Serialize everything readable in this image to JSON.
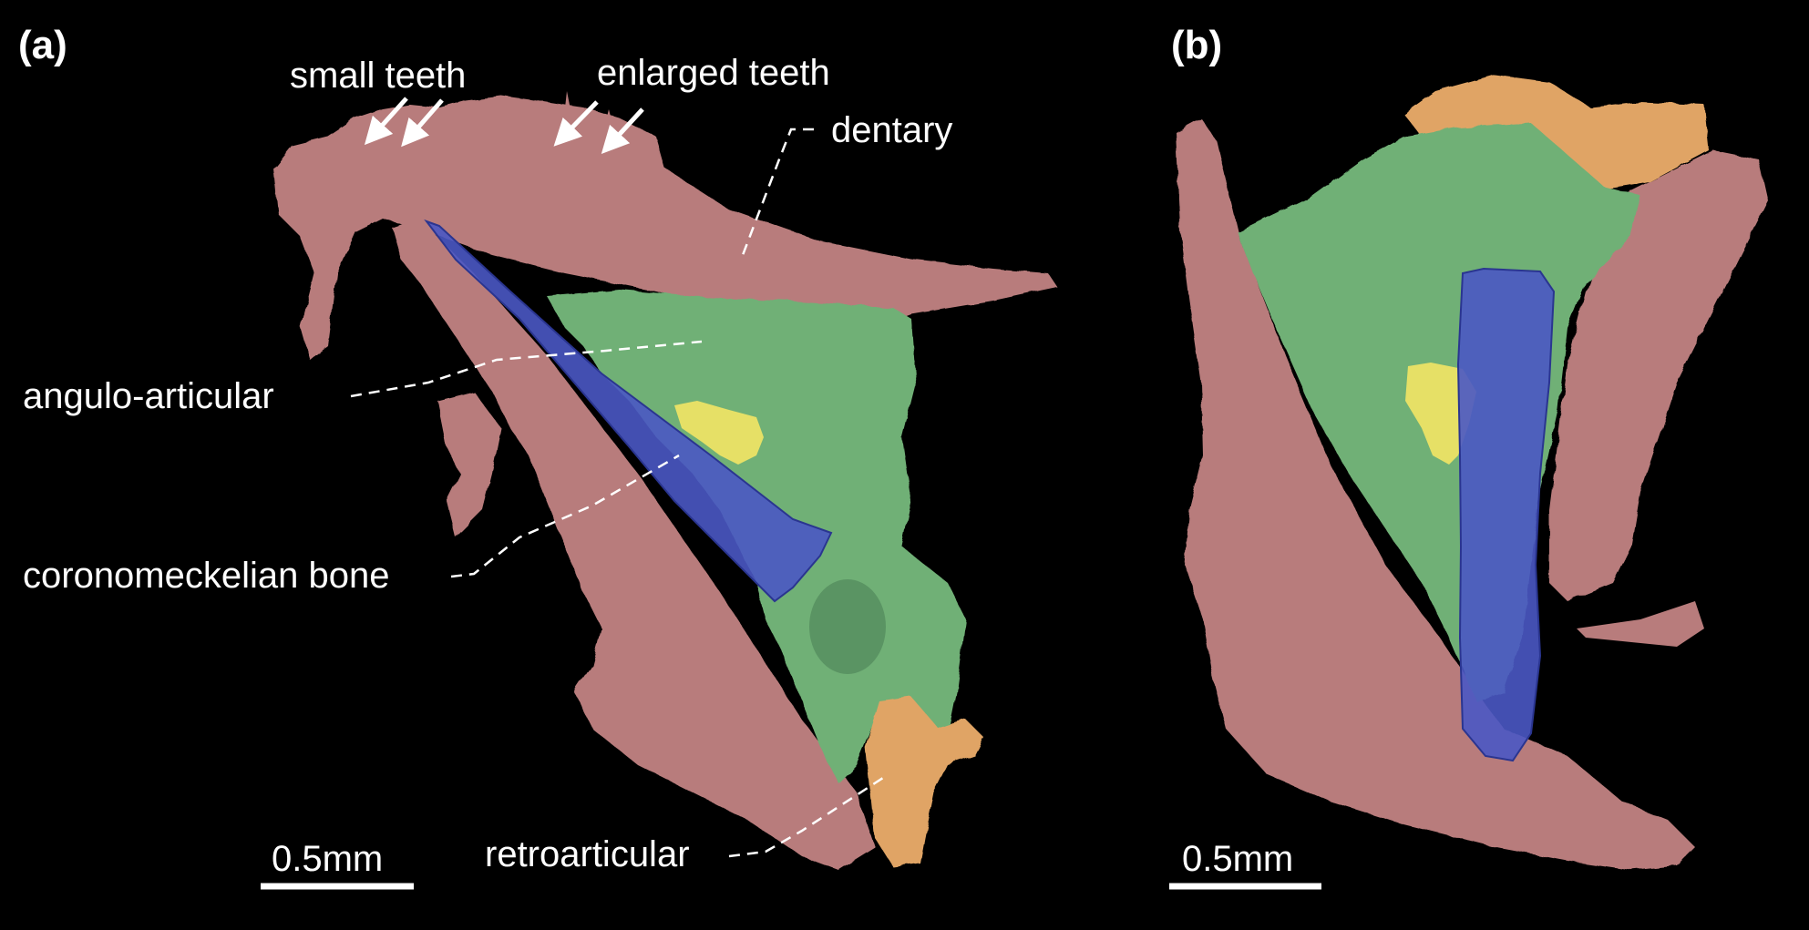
{
  "panels": [
    {
      "label": "(a)",
      "annotations": {
        "small_teeth": "small teeth",
        "enlarged_teeth": "enlarged teeth",
        "dentary": "dentary",
        "angulo_articular": "angulo-articular",
        "coronomeckelian": "coronomeckelian bone",
        "retroarticular": "retroarticular"
      },
      "scale_bar": "0.5mm"
    },
    {
      "label": "(b)",
      "scale_bar": "0.5mm"
    }
  ],
  "colors": {
    "background": "#000000",
    "dentary": "#b87c7c",
    "angulo_articular": "#6fb076",
    "coronomeckelian_bone": "#4a58c4",
    "retroarticular": "#e0a465",
    "yellow_element": "#e6e066",
    "annotation": "#ffffff"
  }
}
